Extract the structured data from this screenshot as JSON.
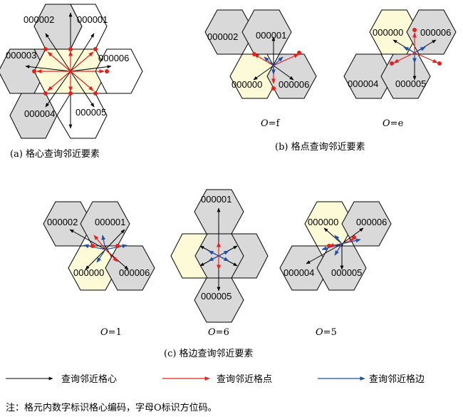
{
  "panel_a": {
    "codes": {
      "c1": "000002",
      "c2": "000001",
      "c3": "000003",
      "c4": "000006",
      "c5": "000004",
      "c6": "000005"
    },
    "caption": "(a) 格心查询邻近要素"
  },
  "panel_b": {
    "left": {
      "c1": "000002",
      "c2": "000001",
      "c3": "000000",
      "c4": "000006"
    },
    "left_label_o": "O",
    "left_label_val": "=f",
    "right": {
      "c1": "000000",
      "c2": "000006",
      "c3": "000004",
      "c4": "000005"
    },
    "right_label_o": "O",
    "right_label_val": "=e",
    "caption": "(b) 格点查询邻近要素"
  },
  "panel_c": {
    "left": {
      "c1": "000002",
      "c2": "000001",
      "c3": "000000",
      "c4": "000006"
    },
    "left_label_o": "O",
    "left_label_val": "=1",
    "mid": {
      "c1": "000001",
      "c2": "000005"
    },
    "mid_label_o": "O",
    "mid_label_val": "=6",
    "right": {
      "c1": "000000",
      "c2": "000006",
      "c3": "000004",
      "c4": "000005"
    },
    "right_label_o": "O",
    "right_label_val": "=5",
    "caption": "(c) 格边查询邻近要素"
  },
  "legend": {
    "black": "查询邻近格心",
    "red": "查询邻近格点",
    "blue": "查询邻近格边"
  },
  "note": "注：格元内数字标识格心编码，字母O标识方位码。",
  "colors": {
    "red": "#e8201e",
    "blue": "#1f4fa8",
    "gray": "#d9d9d9",
    "yellow": "#fdfad8"
  }
}
